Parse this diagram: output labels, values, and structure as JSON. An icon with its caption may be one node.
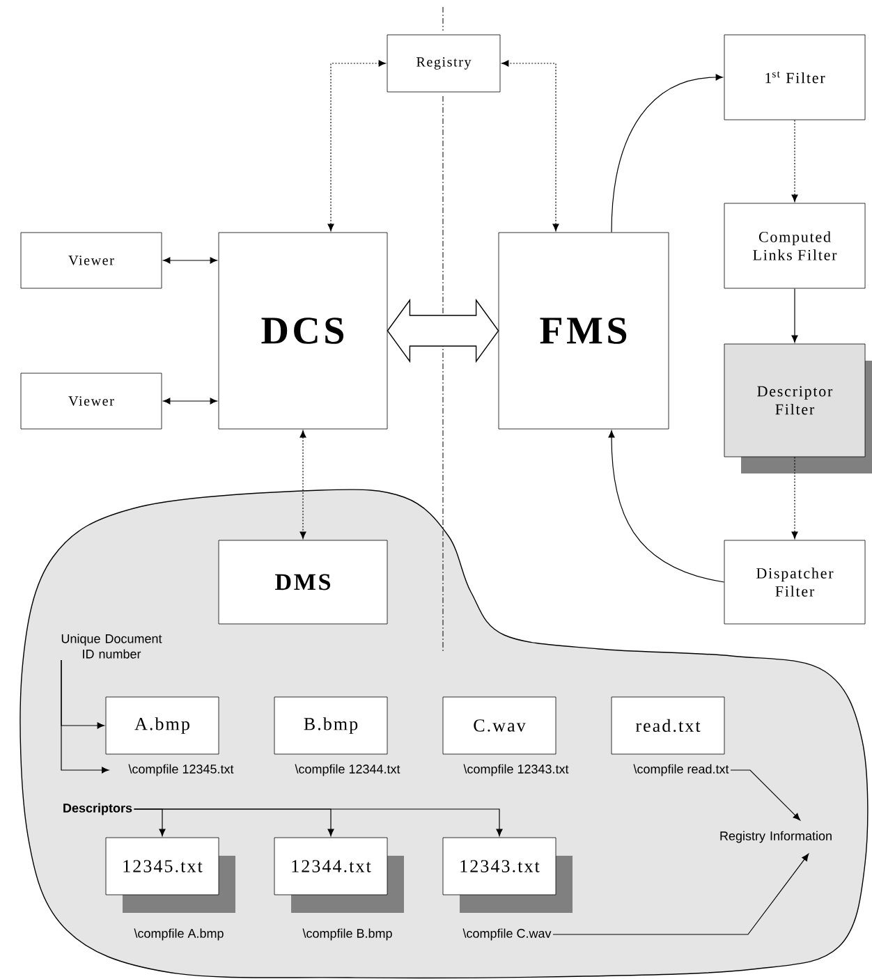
{
  "diagram": {
    "nodes": [
      {
        "text": [
          "Registry"
        ]
      },
      {
        "text": [
          "1$^{st}$ Filter"
        ]
      },
      {
        "text": [
          "Viewer"
        ]
      },
      {
        "text": [
          "DCS"
        ]
      },
      {
        "text": [
          "FMS"
        ]
      },
      {
        "text": [
          "Viewer"
        ]
      },
      {
        "text": [
          "Computed Links Filter"
        ]
      },
      {
        "text": [
          "Descriptor Filter"
        ]
      },
      {
        "text": [],
        "shape": "cloud"
      },
      {
        "text": [
          "DMS"
        ],
        "in": 8
      },
      {
        "text": [
          "Dispatcher Filter"
        ]
      },
      {
        "text": [
          "Unique Document ID number"
        ],
        "in": 8
      },
      {
        "text": [
          "A.bmp"
        ],
        "in": 8
      },
      {
        "text": [
          "B.bmp"
        ],
        "in": 8,
        "beside": [
          "\\compfile 12344.txt"
        ]
      },
      {
        "text": [
          "C.wav"
        ],
        "in": 8,
        "beside": [
          "\\compfile 12343.txt"
        ]
      },
      {
        "text": [
          "read.txt"
        ],
        "in": 8
      },
      {
        "text": [
          "\\compfile 12345.txt"
        ],
        "in": 8
      },
      {
        "text": [
          "\\compfile read.txt"
        ],
        "in": 8
      },
      {
        "text": [
          "Descriptors"
        ],
        "in": 8
      },
      {
        "text": [
          "12345.txt"
        ],
        "in": 8,
        "beside": [
          "\\compfile A.bmp"
        ]
      },
      {
        "text": [
          "12344.txt"
        ],
        "in": 8,
        "beside": [
          "\\compfile B.bmp"
        ]
      },
      {
        "text": [
          "12343.txt"
        ],
        "in": 8
      },
      {
        "text": [
          "Registry Information"
        ],
        "in": 8
      },
      {
        "text": [
          "\\compfile C.wav"
        ],
        "in": 8
      }
    ],
    "edges": [
      {
        "from": 3,
        "to": 0,
        "arrow": "both",
        "style": "dashed"
      },
      {
        "from": 4,
        "to": 0,
        "arrow": "both",
        "style": "dashed"
      },
      {
        "from": 2,
        "to": 3,
        "arrow": "both"
      },
      {
        "from": 5,
        "to": 3,
        "arrow": "both"
      },
      {
        "from": 3,
        "to": 4,
        "arrow": "both",
        "style": "thick"
      },
      {
        "from": 4,
        "to": 1,
        "arrow": "to"
      },
      {
        "from": 1,
        "to": 6,
        "arrow": "to",
        "style": "dashed"
      },
      {
        "from": 6,
        "to": 7,
        "arrow": "to"
      },
      {
        "from": 7,
        "to": 10,
        "arrow": "to",
        "style": "dashed"
      },
      {
        "from": 10,
        "to": 4,
        "arrow": "to"
      },
      {
        "from": 3,
        "to": 9,
        "arrow": "both",
        "style": "dashed"
      },
      {
        "from": 11,
        "to": 12,
        "arrow": "to"
      },
      {
        "from": 11,
        "to": 16,
        "arrow": "to"
      },
      {
        "from": 18,
        "to": 19,
        "arrow": "to"
      },
      {
        "from": 18,
        "to": 20,
        "arrow": "to"
      },
      {
        "from": 18,
        "to": 21,
        "arrow": "to"
      },
      {
        "from": 17,
        "to": 22,
        "arrow": "to"
      },
      {
        "from": 23,
        "to": 22,
        "arrow": "to"
      }
    ]
  }
}
